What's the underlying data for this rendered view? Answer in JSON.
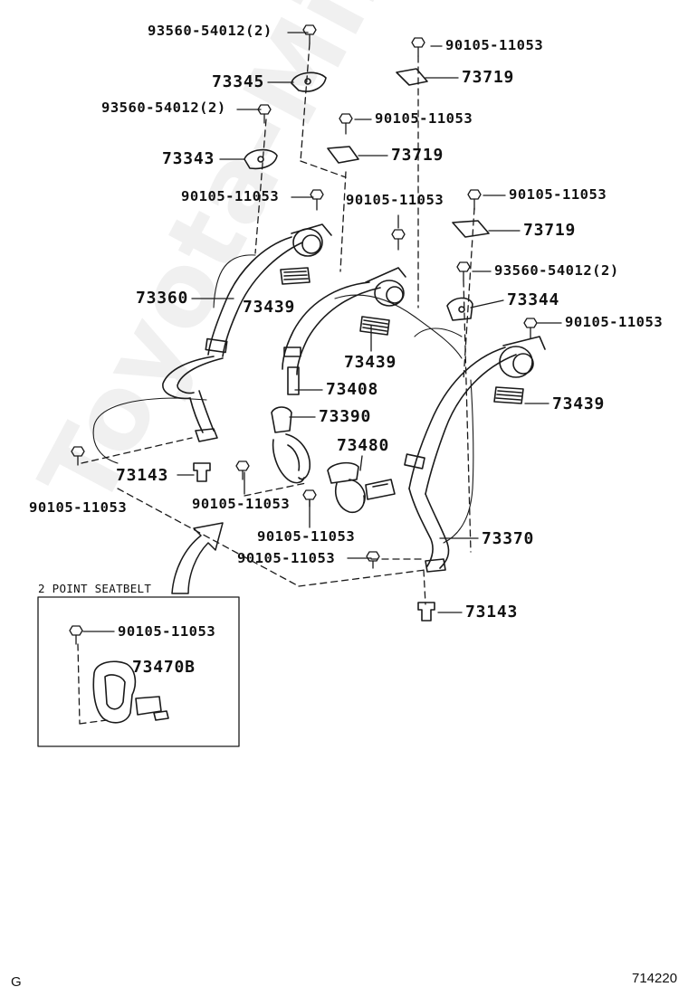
{
  "watermark": "Toyota-Mir.ru",
  "inset_title": "2 POINT SEATBELT",
  "footer": {
    "left": "G",
    "right": "714220"
  },
  "labels": {
    "l01": "93560-54012(2)",
    "l02": "90105-11053",
    "l03": "73345",
    "l04": "73719",
    "l05": "93560-54012(2)",
    "l06": "90105-11053",
    "l07": "73343",
    "l08": "73719",
    "l09": "90105-11053",
    "l10": "90105-11053",
    "l11": "90105-11053",
    "l12": "73719",
    "l13": "93560-54012(2)",
    "l14": "73360",
    "l15": "73439",
    "l16": "73344",
    "l17": "90105-11053",
    "l18": "73439",
    "l19": "73439",
    "l20": "73408",
    "l21": "73390",
    "l22": "73480",
    "l23": "73143",
    "l24": "90105-11053",
    "l25": "90105-11053",
    "l26": "90105-11053",
    "l27": "73370",
    "l28": "90105-11053",
    "l29": "73143",
    "l30": "90105-11053",
    "l31": "73470B"
  },
  "colors": {
    "line": "#1a1a1a",
    "paper": "#ffffff",
    "watermark": "#000000"
  }
}
